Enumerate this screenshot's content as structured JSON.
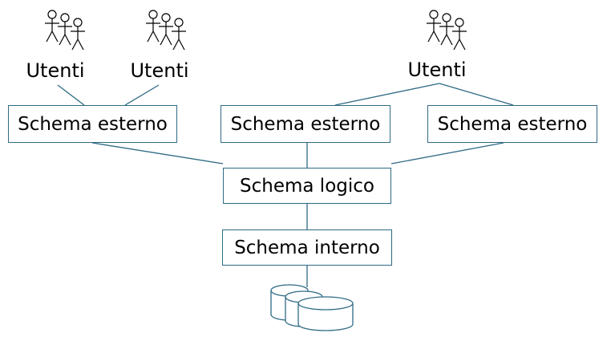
{
  "users": [
    {
      "id": "users-1",
      "label": "Utenti"
    },
    {
      "id": "users-2",
      "label": "Utenti"
    },
    {
      "id": "users-3",
      "label": "Utenti"
    }
  ],
  "external_schemas": [
    {
      "id": "external-schema-1",
      "label": "Schema esterno"
    },
    {
      "id": "external-schema-2",
      "label": "Schema esterno"
    },
    {
      "id": "external-schema-3",
      "label": "Schema esterno"
    }
  ],
  "logical_schema": {
    "label": "Schema logico"
  },
  "internal_schema": {
    "label": "Schema interno"
  },
  "line_color": "#2f6a84",
  "icons": {
    "user_group": "user-group-icon",
    "database": "database-icon"
  }
}
